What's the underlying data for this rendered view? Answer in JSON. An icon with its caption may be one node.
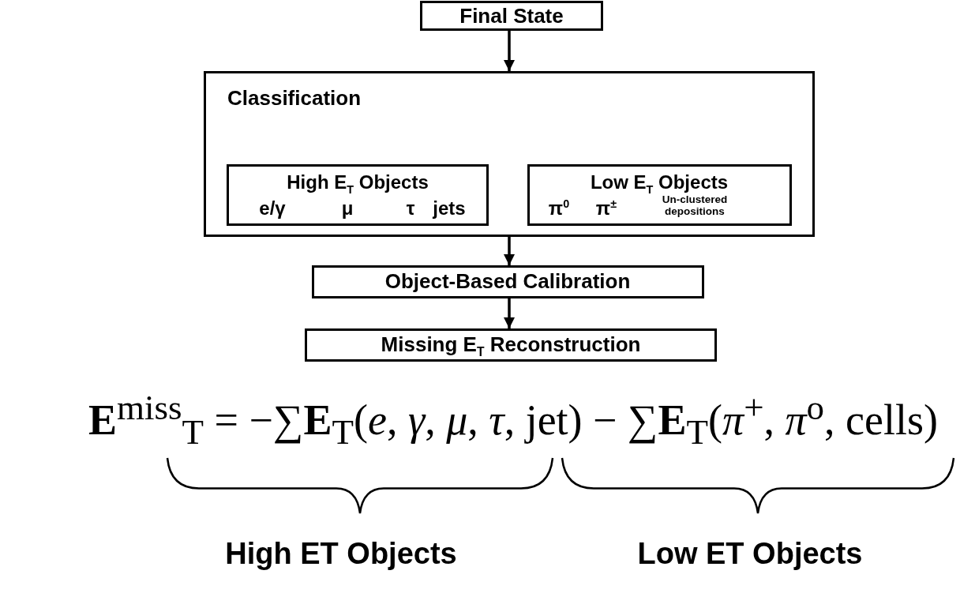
{
  "diagram": {
    "nodes": [
      {
        "text": [
          "Final State"
        ]
      },
      {
        "text": [
          "Classification"
        ]
      },
      {
        "text": [
          "High E$_{T}$ Objects",
          "e/γ",
          "μ",
          "τ",
          "jets"
        ],
        "in": 1
      },
      {
        "text": [
          "Low E$_{T}$ Objects",
          "π$^{0}$",
          "π$^{±}$",
          "Un-clustered depositions"
        ],
        "in": 1
      },
      {
        "text": [
          "Object-Based Calibration"
        ]
      },
      {
        "text": [
          "Missing E$_{T}$ Reconstruction"
        ]
      }
    ],
    "edges": [
      {
        "from": 0,
        "to": 1,
        "arrow": "to"
      },
      {
        "from": 1,
        "to": 4,
        "arrow": "to"
      },
      {
        "from": 4,
        "to": 5,
        "arrow": "to"
      }
    ],
    "labels": [
      "**E**$^{miss}$$_{T}$ = −∑**E**$_{T}$(*e*, *γ*, *μ*, *τ*, jet) − ∑**E**$_{T}$(*π*$^{+}$, *π*$^{o}$, cells)",
      "High ET Objects",
      "Low ET Objects"
    ]
  }
}
